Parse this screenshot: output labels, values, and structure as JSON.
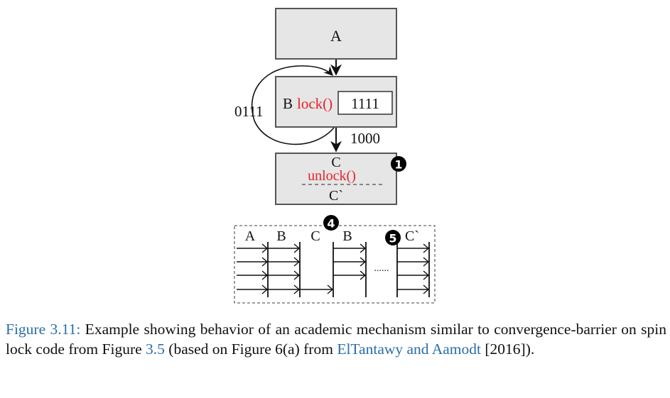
{
  "diagram": {
    "blocks": {
      "a": {
        "label": "A"
      },
      "b": {
        "label": "B",
        "call": "lock()",
        "mask": "1111"
      },
      "c": {
        "label": "C",
        "call": "unlock()",
        "label2": "C`"
      }
    },
    "edges": {
      "loop_mask": "0111",
      "exit_mask": "1000"
    },
    "badges": {
      "one": "1",
      "four": "4",
      "five": "5"
    },
    "timeline": {
      "labels": [
        "A",
        "B",
        "C",
        "B",
        "C`"
      ],
      "ellipsis": "......"
    },
    "colors": {
      "block_fill": "#e6e6e6",
      "block_stroke": "#555555",
      "code_red": "#e8202a",
      "link_blue": "#2a6ea8"
    }
  },
  "caption": {
    "figure_ref": "Figure 3.11:",
    "text_1": " Example showing behavior of an academic mechanism similar to convergence-barrier on spin lock code from Figure ",
    "link_fig": "3.5",
    "text_2": " (based on Figure 6(a) from ",
    "link_cite": "ElTantawy and Aamodt",
    "text_3": " [2016])."
  }
}
